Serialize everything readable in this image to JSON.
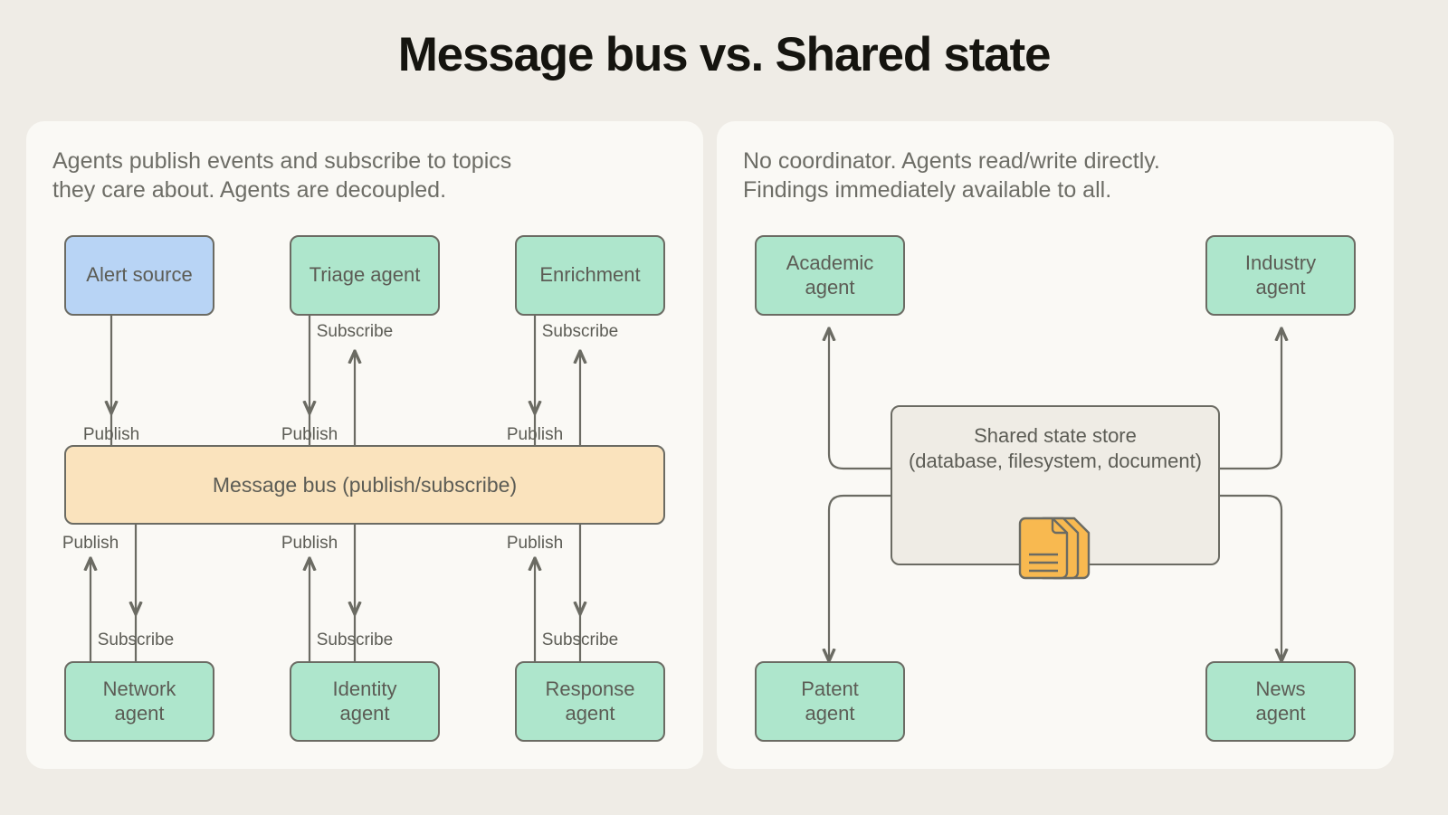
{
  "title": "Message bus vs. Shared state",
  "colors": {
    "page_bg": "#efece6",
    "panel_bg": "#faf9f5",
    "agent_green": "#aee6cc",
    "source_blue": "#b8d4f5",
    "bus_orange": "#fae3bd",
    "store_bg": "#efece5",
    "icon_orange": "#f8b950",
    "stroke": "#6b6b63",
    "text": "#5c5c55"
  },
  "left_panel": {
    "description": "Agents publish events and subscribe to topics\nthey care about. Agents are decoupled.",
    "top_nodes": [
      {
        "label": "Alert source",
        "color": "blue"
      },
      {
        "label": "Triage agent",
        "color": "green"
      },
      {
        "label": "Enrichment",
        "color": "green"
      }
    ],
    "bus": {
      "label": "Message bus (publish/subscribe)"
    },
    "bottom_nodes": [
      {
        "label": "Network\nagent",
        "color": "green"
      },
      {
        "label": "Identity\nagent",
        "color": "green"
      },
      {
        "label": "Response\nagent",
        "color": "green"
      }
    ],
    "edge_labels": {
      "publish": "Publish",
      "subscribe": "Subscribe"
    },
    "top_edges": [
      {
        "from": "Alert source",
        "to": "Message bus",
        "label": "Publish",
        "direction": "down"
      },
      {
        "from": "Triage agent",
        "to": "Message bus",
        "label": "Publish",
        "direction": "down"
      },
      {
        "from": "Message bus",
        "to": "Triage agent",
        "label": "Subscribe",
        "direction": "up"
      },
      {
        "from": "Enrichment",
        "to": "Message bus",
        "label": "Publish",
        "direction": "down"
      },
      {
        "from": "Message bus",
        "to": "Enrichment",
        "label": "Subscribe",
        "direction": "up"
      }
    ],
    "bottom_edges": [
      {
        "from": "Network agent",
        "to": "Message bus",
        "label": "Publish",
        "direction": "up"
      },
      {
        "from": "Message bus",
        "to": "Network agent",
        "label": "Subscribe",
        "direction": "down"
      },
      {
        "from": "Identity agent",
        "to": "Message bus",
        "label": "Publish",
        "direction": "up"
      },
      {
        "from": "Message bus",
        "to": "Identity agent",
        "label": "Subscribe",
        "direction": "down"
      },
      {
        "from": "Response agent",
        "to": "Message bus",
        "label": "Publish",
        "direction": "up"
      },
      {
        "from": "Message bus",
        "to": "Response agent",
        "label": "Subscribe",
        "direction": "down"
      }
    ]
  },
  "right_panel": {
    "description": "No coordinator. Agents read/write directly.\nFindings immediately available to all.",
    "corner_nodes": [
      {
        "label": "Academic\nagent",
        "color": "green",
        "position": "top-left"
      },
      {
        "label": "Industry\nagent",
        "color": "green",
        "position": "top-right"
      },
      {
        "label": "Patent\nagent",
        "color": "green",
        "position": "bottom-left"
      },
      {
        "label": "News\nagent",
        "color": "green",
        "position": "bottom-right"
      }
    ],
    "store": {
      "label": "Shared state store\n(database, filesystem, document)",
      "icon": "documents-stack-icon"
    },
    "edges": [
      {
        "from": "Shared state store",
        "to": "Academic agent",
        "direction": "up"
      },
      {
        "from": "Shared state store",
        "to": "Patent agent",
        "direction": "down"
      },
      {
        "from": "Shared state store",
        "to": "Industry agent",
        "direction": "up"
      },
      {
        "from": "Shared state store",
        "to": "News agent",
        "direction": "down"
      }
    ]
  }
}
